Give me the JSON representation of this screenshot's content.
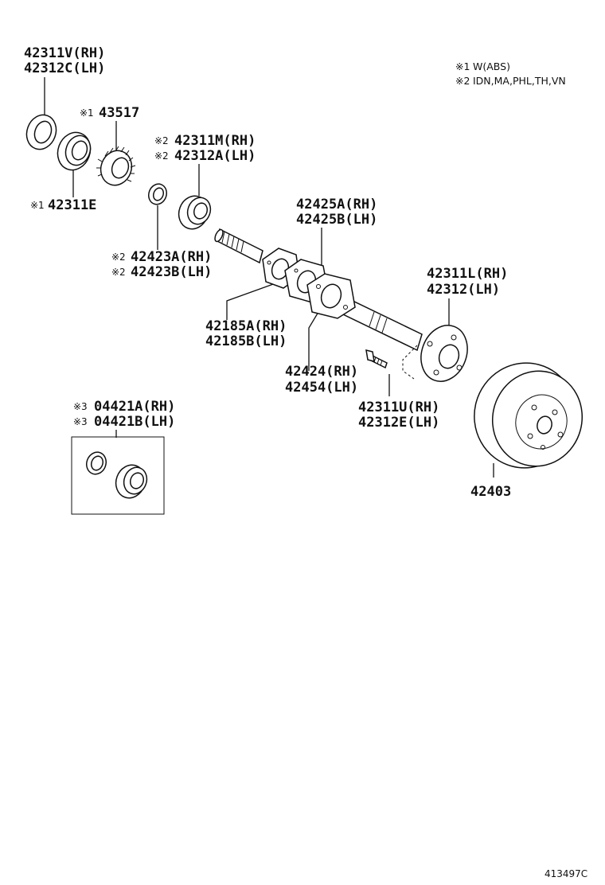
{
  "notes": [
    {
      "mark": "※1",
      "text": "W(ABS)"
    },
    {
      "mark": "※2",
      "text": "IDN,MA,PHL,TH,VN"
    }
  ],
  "labels": {
    "seal_outer": {
      "mark": "",
      "lines": [
        "42311V(RH)",
        "42312C(LH)"
      ]
    },
    "abs_rotor": {
      "mark": "※1",
      "lines": [
        "43517"
      ]
    },
    "bearing_inner": {
      "mark": "※1",
      "lines": [
        "42311E"
      ]
    },
    "bearing_cone": {
      "mark": "※2",
      "lines": [
        "42311M(RH)",
        "42312A(LH)"
      ]
    },
    "ring_small": {
      "mark": "※2",
      "lines": [
        "42423A(RH)",
        "42423B(LH)"
      ]
    },
    "plate_retainer": {
      "mark": "",
      "lines": [
        "42425A(RH)",
        "42425B(LH)"
      ]
    },
    "gasket": {
      "mark": "",
      "lines": [
        "42185A(RH)",
        "42185B(LH)"
      ]
    },
    "retainer_plate": {
      "mark": "",
      "lines": [
        "42424(RH)",
        "42454(LH)"
      ]
    },
    "axle_shaft": {
      "mark": "",
      "lines": [
        "42311L(RH)",
        "42312(LH)"
      ]
    },
    "hub_bolt": {
      "mark": "",
      "lines": [
        "42311U(RH)",
        "42312E(LH)"
      ]
    },
    "kit_bearing": {
      "mark": "※3",
      "lines": [
        "04421A(RH)",
        "04421B(LH)"
      ]
    },
    "brake_drum": {
      "mark": "",
      "lines": [
        "42403"
      ]
    }
  },
  "catalog_number": "413497C"
}
